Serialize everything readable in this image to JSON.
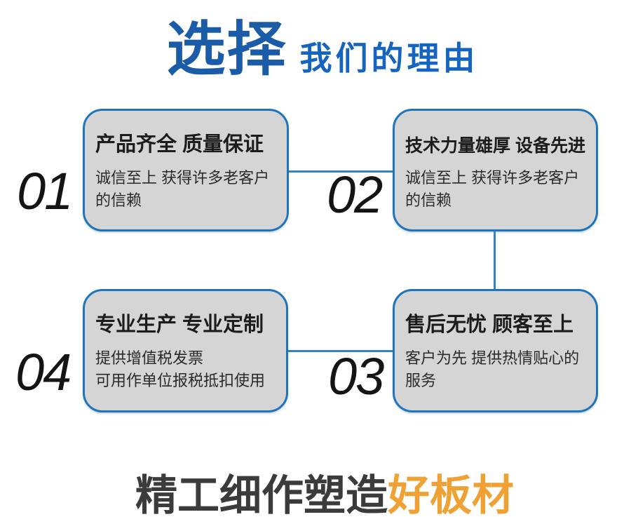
{
  "header": {
    "title_main": "选择",
    "title_sub": "我们的理由"
  },
  "cards": [
    {
      "number": "01",
      "title": "产品齐全 质量保证",
      "desc": "诚信至上 获得许多老客户\n的信赖"
    },
    {
      "number": "02",
      "title": "技术力量雄厚 设备先进",
      "desc": "诚信至上 获得许多老客户\n的信赖"
    },
    {
      "number": "03",
      "title": "售后无忧 顾客至上",
      "desc": "客户为先 提供热情贴心的\n服务"
    },
    {
      "number": "04",
      "title": "专业生产 专业定制",
      "desc": "提供增值税发票\n可用作单位报税抵扣使用"
    }
  ],
  "footer": {
    "tagline_main": "精工细作塑造",
    "tagline_accent": "好板材"
  },
  "colors": {
    "title_blue": "#1A5CA8",
    "sub_blue": "#1565C0",
    "card_border": "#1E75BC",
    "card_fill": "#D5D5D5",
    "connector": "#3383C2",
    "number_black": "#141414",
    "dark_text": "#3B3B3B",
    "accent_orange": "#EFA133"
  }
}
